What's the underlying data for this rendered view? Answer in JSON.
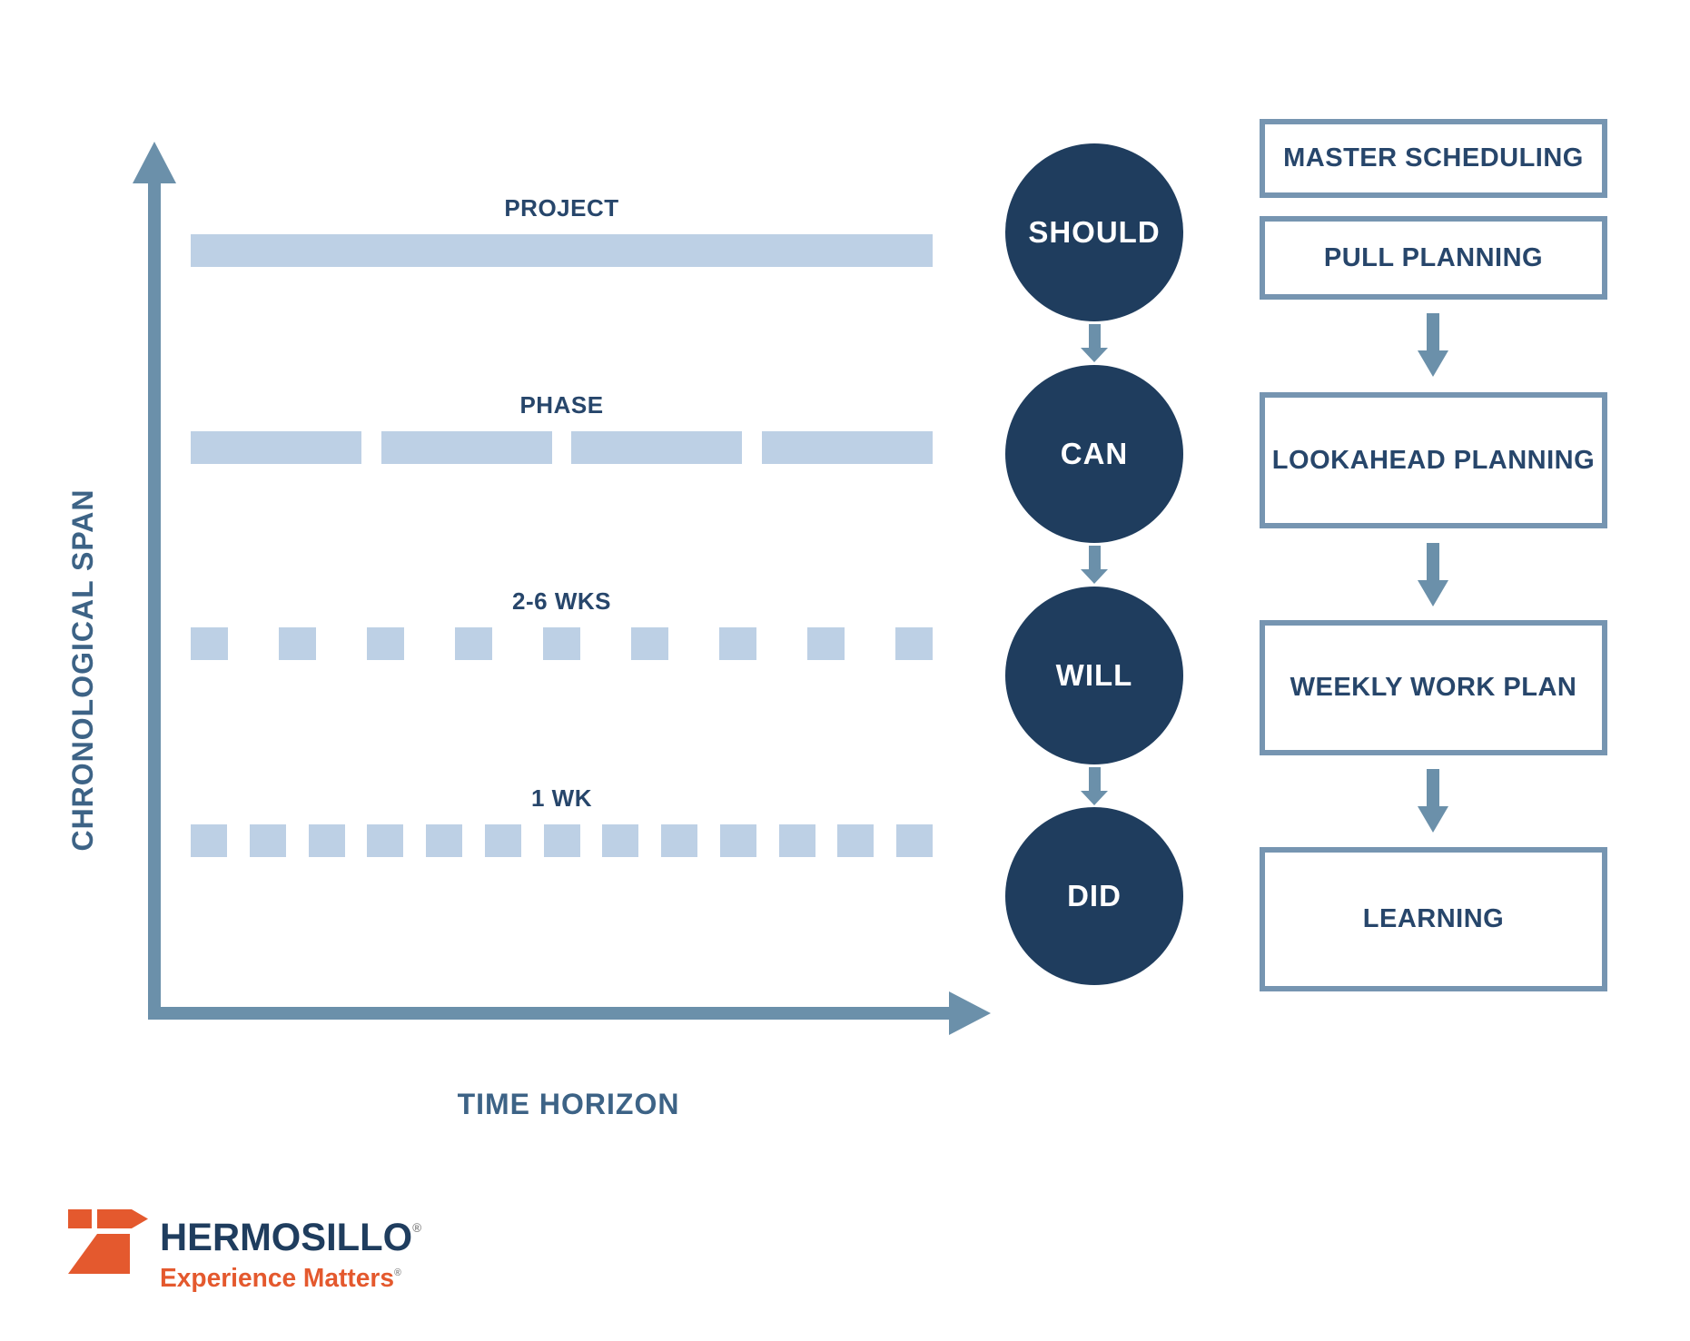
{
  "colors": {
    "navy_circle": "#1F3D5E",
    "navy_text": "#27466B",
    "axis_text": "#3D6386",
    "steel_arrow": "#6B90AA",
    "box_border": "#7695B1",
    "light_bar": "#BDD0E5",
    "orange": "#E4592E",
    "background": "#FFFFFF"
  },
  "chart": {
    "y_axis_label": "CHRONOLOGICAL SPAN",
    "x_axis_label": "TIME HORIZON"
  },
  "chart_data": {
    "type": "table",
    "title": "",
    "rows": [
      {
        "label": "PROJECT",
        "segments": 1
      },
      {
        "label": "PHASE",
        "segments": 4
      },
      {
        "label": "2-6 WKS",
        "segments": 9
      },
      {
        "label": "1 WK",
        "segments": 13
      }
    ]
  },
  "flow": {
    "circles": [
      {
        "label": "SHOULD"
      },
      {
        "label": "CAN"
      },
      {
        "label": "WILL"
      },
      {
        "label": "DID"
      }
    ],
    "boxes": [
      {
        "label": "MASTER SCHEDULING"
      },
      {
        "label": "PULL PLANNING"
      },
      {
        "label": "LOOKAHEAD PLANNING"
      },
      {
        "label": "WEEKLY WORK PLAN"
      },
      {
        "label": "LEARNING"
      }
    ]
  },
  "logo": {
    "name": "HERMOSILLO",
    "name_registered": "®",
    "tagline": "Experience Matters",
    "tagline_registered": "®"
  }
}
